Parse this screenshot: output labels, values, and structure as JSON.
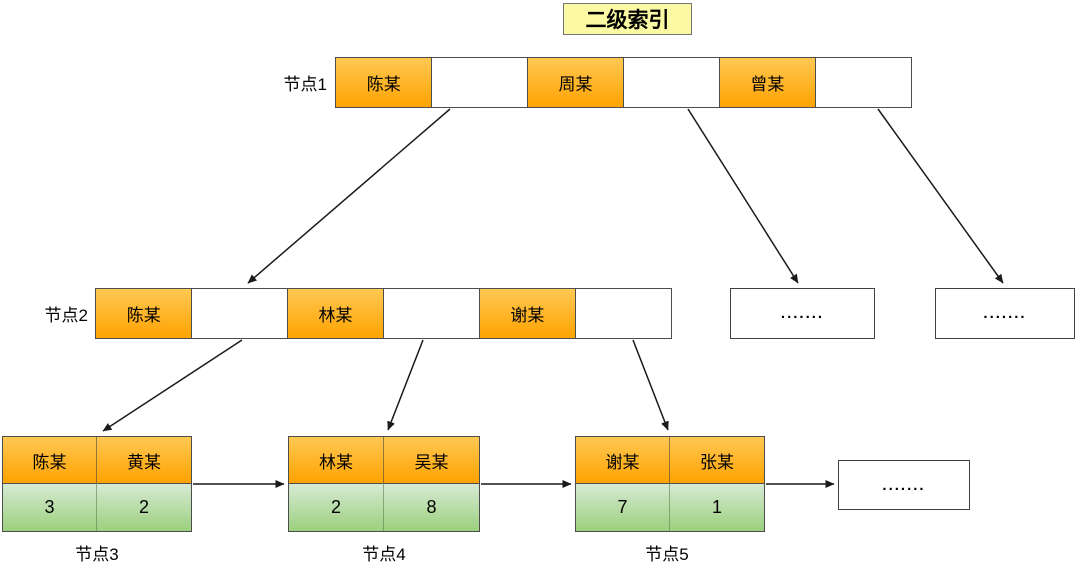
{
  "title": "二级索引",
  "colors": {
    "key_cell_gradient_top": "#FFC853",
    "key_cell_gradient_bottom": "#FFA301",
    "value_cell_gradient_top": "#D7EAD3",
    "value_cell_gradient_bottom": "#9BD07D",
    "title_background": "#FBF9A3",
    "border": "#4D4D4D",
    "arrow": "#1A1A1A"
  },
  "level1": {
    "node1": {
      "label": "节点1",
      "keys": [
        "陈某",
        "周某",
        "曾某"
      ]
    }
  },
  "level2": {
    "node2": {
      "label": "节点2",
      "keys": [
        "陈某",
        "林某",
        "谢某"
      ]
    },
    "ellipsis_box_1": ".......",
    "ellipsis_box_2": "......."
  },
  "level3": {
    "node3": {
      "label": "节点3",
      "keys": [
        "陈某",
        "黄某"
      ],
      "values": [
        "3",
        "2"
      ]
    },
    "node4": {
      "label": "节点4",
      "keys": [
        "林某",
        "吴某"
      ],
      "values": [
        "2",
        "8"
      ]
    },
    "node5": {
      "label": "节点5",
      "keys": [
        "谢某",
        "张某"
      ],
      "values": [
        "7",
        "1"
      ]
    },
    "ellipsis_box_3": "......."
  }
}
